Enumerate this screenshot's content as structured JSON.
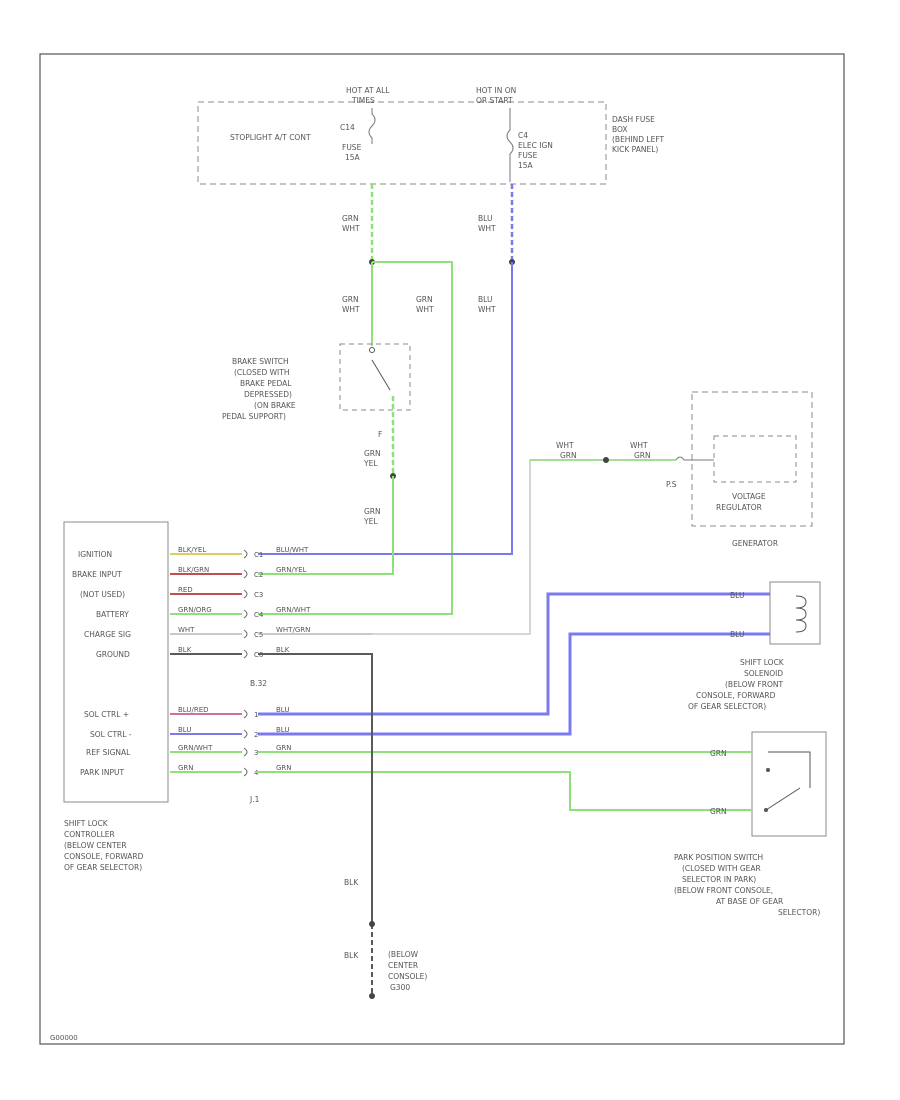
{
  "colors": {
    "grn": "#8ee07a",
    "blu": "#7a7aee",
    "blk": "#5a5a5a",
    "wht": "#c8c8c8",
    "pink": "#d070a0",
    "red": "#c05050",
    "yel": "#d8d060",
    "frame": "#555555"
  },
  "fuse_box": {
    "hot_at_all": [
      "HOT AT ALL",
      "TIMES"
    ],
    "hot_in_on": [
      "HOT IN ON",
      "OR START"
    ],
    "fuse_left": [
      "C14",
      "STOPLIGHT A/T CONT",
      "FUSE",
      "15A"
    ],
    "fuse_right": [
      "C4",
      "ELEC IGN",
      "FUSE",
      "15A"
    ],
    "location": [
      "DASH FUSE",
      "BOX",
      "(BEHIND LEFT",
      "KICK PANEL)"
    ]
  },
  "wires": {
    "grn_wht": [
      "GRN",
      "WHT"
    ],
    "blu_wht": [
      "BLU",
      "WHT"
    ],
    "grn_yel": [
      "GRN",
      "YEL"
    ],
    "wht_grn": [
      "WHT",
      "GRN"
    ],
    "blu": "BLU",
    "grn": "GRN",
    "blk": "BLK"
  },
  "brake_switch": {
    "label": [
      "BRAKE SWITCH",
      "(CLOSED WITH",
      "BRAKE PEDAL",
      "DEPRESSED)",
      "(ON BRAKE",
      "PEDAL SUPPORT)"
    ],
    "pin": "F"
  },
  "generator": {
    "voltage_regulator": [
      "VOLTAGE",
      "REGULATOR"
    ],
    "title": "GENERATOR",
    "connector": "P.S"
  },
  "controller": {
    "pins": [
      "IGNITION",
      "BRAKE INPUT",
      "(NOT USED)",
      "BATTERY",
      "CHARGE SIG",
      "GROUND",
      "SOL CTRL +",
      "SOL CTRL -",
      "REF SIGNAL",
      "PARK INPUT"
    ],
    "left_wires": [
      "BLK/YEL",
      "BLK/GRN",
      "RED",
      "GRN/ORG",
      "WHT",
      "BLK",
      "BLU/RED",
      "BLU",
      "GRN/WHT",
      "GRN"
    ],
    "pin_numbers": [
      "C1",
      "C2",
      "C3",
      "C4",
      "C5",
      "C6",
      "1",
      "2",
      "3",
      "4"
    ],
    "right_wires": [
      "BLU/WHT",
      "GRN/YEL",
      "",
      "GRN/WHT",
      "WHT/GRN",
      "BLK",
      "BLU",
      "BLU",
      "GRN",
      "GRN"
    ],
    "connector_b": "B.32",
    "connector_j": "J.1",
    "label": [
      "SHIFT LOCK",
      "CONTROLLER",
      "(BELOW CENTER",
      "CONSOLE, FORWARD",
      "OF GEAR SELECTOR)"
    ]
  },
  "solenoid": {
    "label": [
      "SHIFT LOCK",
      "SOLENOID",
      "(BELOW FRONT",
      "CONSOLE, FORWARD",
      "OF GEAR SELECTOR)"
    ]
  },
  "park_switch": {
    "label": [
      "PARK POSITION SWITCH",
      "(CLOSED WITH GEAR",
      "SELECTOR IN PARK)",
      "(BELOW FRONT CONSOLE,",
      "AT BASE OF GEAR",
      "SELECTOR)"
    ]
  },
  "ground": {
    "label": [
      "(BELOW",
      "CENTER",
      "CONSOLE)",
      "G300"
    ]
  },
  "figure_id": "G00000"
}
